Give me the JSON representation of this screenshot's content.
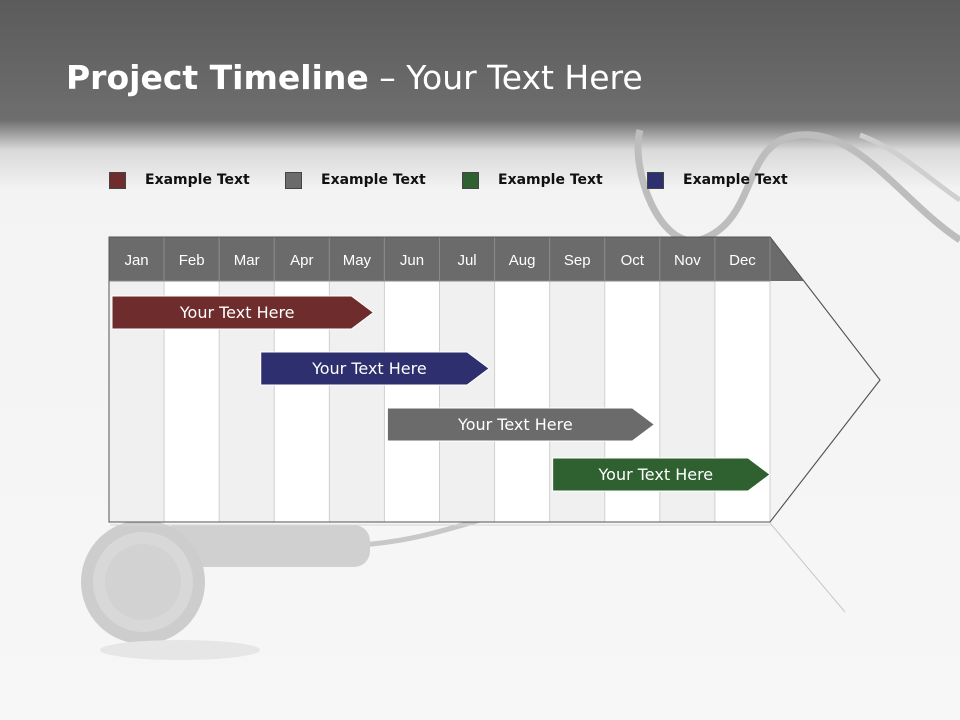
{
  "title": {
    "bold": "Project Timeline",
    "rest": " – Your Text Here"
  },
  "legend": [
    {
      "label": "Example Text",
      "color": "#6e2c2c"
    },
    {
      "label": "Example Text",
      "color": "#6b6b6b"
    },
    {
      "label": "Example Text",
      "color": "#2e6030"
    },
    {
      "label": "Example Text",
      "color": "#2e2f6e"
    }
  ],
  "months": [
    "Jan",
    "Feb",
    "Mar",
    "Apr",
    "May",
    "Jun",
    "Jul",
    "Aug",
    "Sep",
    "Oct",
    "Nov",
    "Dec"
  ],
  "tasks": [
    {
      "label": "Your  Text Here",
      "start": 1,
      "end": 4.8,
      "color": "#6e2c2c"
    },
    {
      "label": "Your  Text Here",
      "start": 3.7,
      "end": 6.9,
      "color": "#2e2f6e"
    },
    {
      "label": "Your  Text Here",
      "start": 6,
      "end": 9.9,
      "color": "#6b6b6b"
    },
    {
      "label": "Your  Text Here",
      "start": 9,
      "end": 12,
      "color": "#2e6030"
    }
  ]
}
